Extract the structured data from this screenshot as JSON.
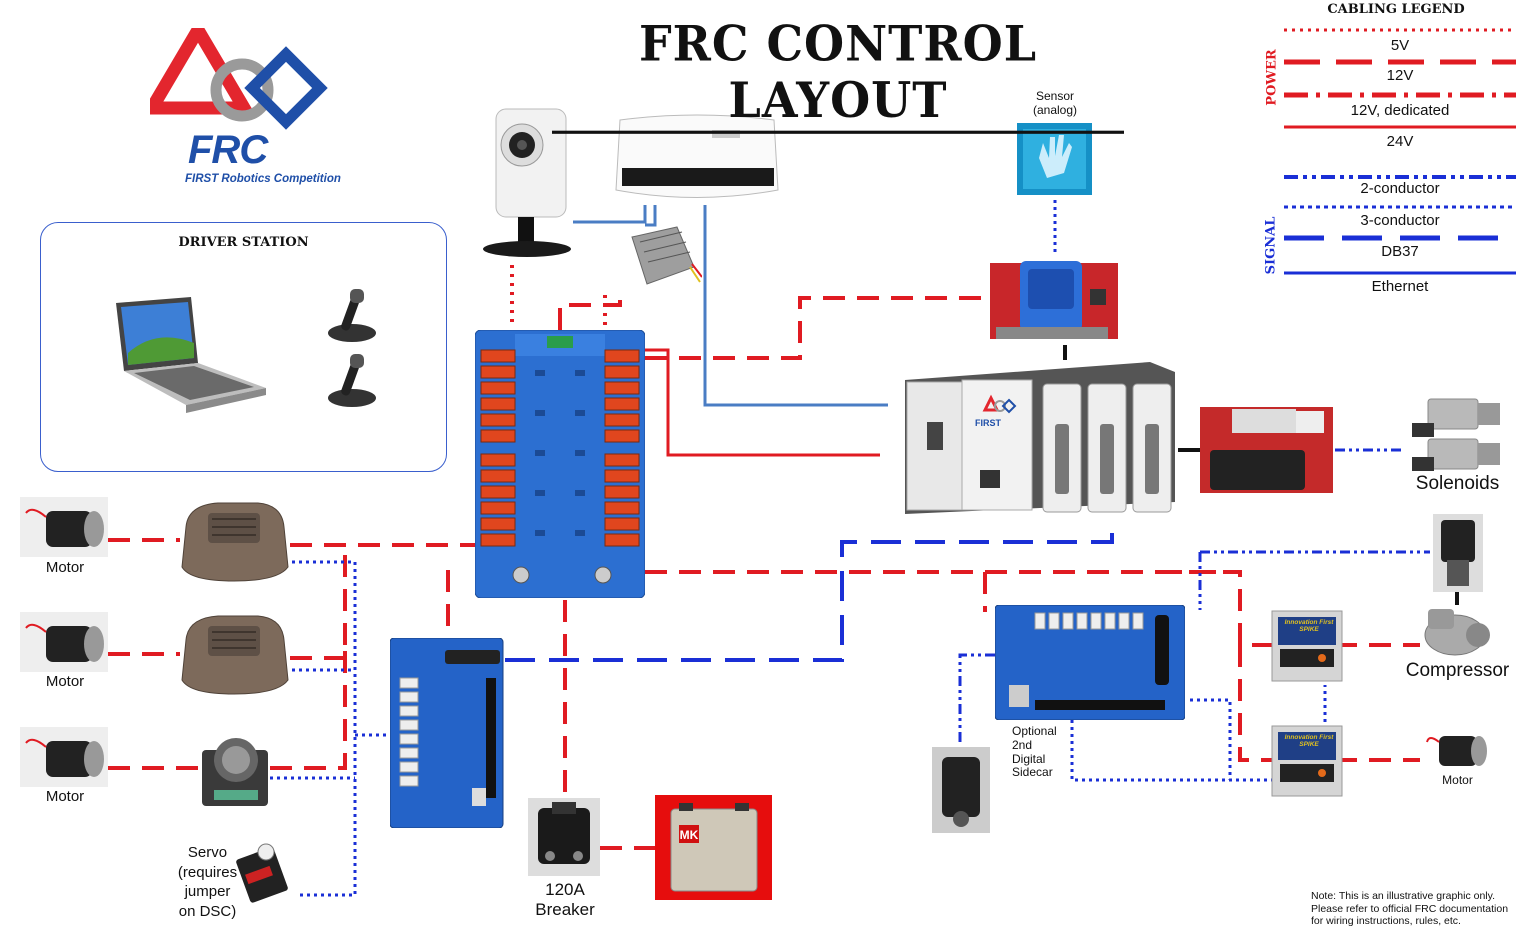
{
  "title": "FRC CONTROL LAYOUT",
  "logo": {
    "brand": "FRC",
    "tagline": "FIRST Robotics Competition",
    "colors": {
      "red": "#e3262e",
      "blue": "#1f4fa8",
      "gray": "#9a9a9a"
    }
  },
  "legend": {
    "title": "CABLING LEGEND",
    "groups": [
      {
        "name": "POWER",
        "color": "#e01b22",
        "items": [
          {
            "label": "5V",
            "style": "dotted"
          },
          {
            "label": "12V",
            "style": "dashed"
          },
          {
            "label": "12V, dedicated",
            "style": "dash-dot"
          },
          {
            "label": "24V",
            "style": "solid"
          }
        ]
      },
      {
        "name": "SIGNAL",
        "color": "#1a2fd6",
        "items": [
          {
            "label": "2-conductor",
            "style": "dash-dot-dot"
          },
          {
            "label": "3-conductor",
            "style": "dotted"
          },
          {
            "label": "DB37",
            "style": "long-dash"
          },
          {
            "label": "Ethernet",
            "style": "solid"
          }
        ]
      }
    ]
  },
  "driver_station": {
    "title": "DRIVER STATION",
    "items": [
      "laptop",
      "joystick",
      "joystick"
    ]
  },
  "components": {
    "sensor": "Sensor\n(analog)",
    "solenoids": "Solenoids",
    "compressor": "Compressor",
    "motor_right": "Motor",
    "motors_left": [
      "Motor",
      "Motor",
      "Motor"
    ],
    "servo": "Servo\n(requires\njumper\non DSC)",
    "breaker": "120A\nBreaker",
    "sidecar2": "Optional\n2nd\nDigital\nSidecar",
    "crio_brand": "FIRST",
    "spike_label": "Innovation First SPIKE",
    "battery_label": "MK"
  },
  "note": "Note: This is an illustrative graphic only.\nPlease refer to official FRC documentation\nfor wiring instructions, rules, etc.",
  "colors": {
    "power": "#e01b22",
    "signal": "#1a2fd6",
    "ethernet": "#4a7dc4",
    "pdb_blue": "#2c6fd1",
    "breaker_orange": "#e0461e"
  }
}
